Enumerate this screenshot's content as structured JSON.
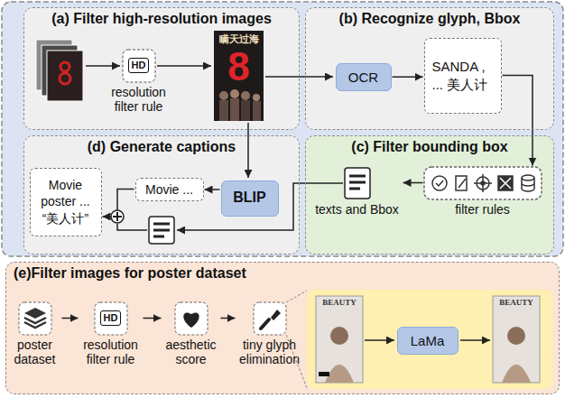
{
  "diagram": {
    "nodes": [
      {
        "text": [
          "(a) Filter high-resolution images"
        ]
      },
      {
        "text": [
          "HD",
          "resolution filter rule"
        ],
        "in": 0
      },
      {
        "text": [
          "(b) Recognize glyph, Bbox"
        ]
      },
      {
        "text": [
          "OCR"
        ],
        "in": 2
      },
      {
        "text": [
          "SANDA , ... 美人计"
        ],
        "in": 2
      },
      {
        "text": [
          "(d) Generate captions"
        ]
      },
      {
        "text": [
          "Movie poster ... “美人计”"
        ],
        "in": 5
      },
      {
        "text": [
          "Movie ..."
        ],
        "in": 5
      },
      {
        "text": [
          "BLIP"
        ],
        "in": 5
      },
      {
        "text": [
          "(c) Filter bounding box"
        ]
      },
      {
        "text": [
          "texts and Bbox"
        ],
        "in": 9
      },
      {
        "text": [
          "filter rules"
        ],
        "in": 9
      },
      {
        "text": [
          "(e)Filter images for poster dataset"
        ]
      },
      {
        "text": [
          "poster dataset"
        ],
        "in": 12
      },
      {
        "text": [
          "HD",
          "resolution filter rule"
        ],
        "in": 12
      },
      {
        "text": [
          "aesthetic score"
        ],
        "in": 12
      },
      {
        "text": [
          "tiny glyph elimination"
        ],
        "in": 12
      },
      {
        "text": [
          "LaMa"
        ],
        "in": 12
      }
    ],
    "edges": [
      {
        "from": 3,
        "to": 4,
        "arrow": "to"
      },
      {
        "from": 4,
        "to": 11,
        "arrow": "to"
      },
      {
        "from": 11,
        "to": 10,
        "arrow": "to"
      },
      {
        "from": 8,
        "to": 7,
        "arrow": "to"
      },
      {
        "from": 7,
        "to": 6,
        "arrow": "to"
      },
      {
        "from": 13,
        "to": 14,
        "arrow": "to"
      },
      {
        "from": 14,
        "to": 15,
        "arrow": "to"
      },
      {
        "from": 15,
        "to": 16,
        "arrow": "to"
      }
    ],
    "labels": [
      "瞒天过海",
      "8",
      "BEAUTY",
      "BEAUTY"
    ]
  }
}
